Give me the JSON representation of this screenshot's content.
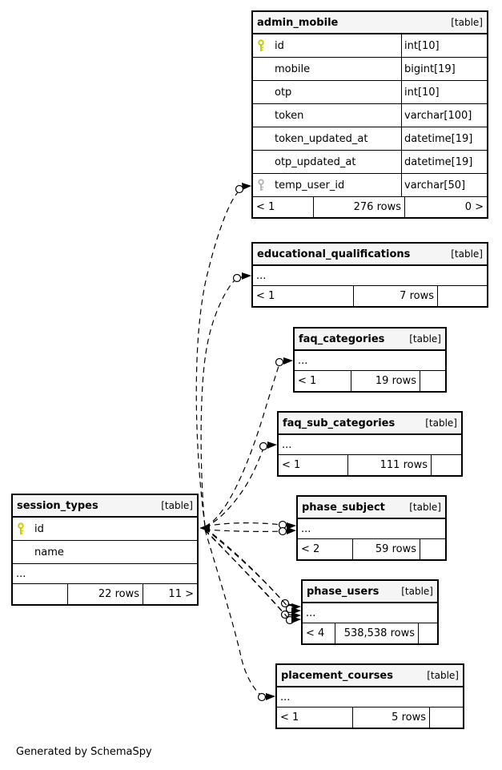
{
  "colors": {
    "primary_key": "#cccc00",
    "foreign_key": "#b8b8b8",
    "header_bg": "#f5f5f5",
    "border": "#000000"
  },
  "credit": "Generated by SchemaSpy",
  "tables": {
    "admin_mobile": {
      "title": "admin_mobile",
      "tag": "[table]",
      "columns": [
        {
          "name": "id",
          "type": "int[10]",
          "key": "primary-key"
        },
        {
          "name": "mobile",
          "type": "bigint[19]"
        },
        {
          "name": "otp",
          "type": "int[10]"
        },
        {
          "name": "token",
          "type": "varchar[100]"
        },
        {
          "name": "token_updated_at",
          "type": "datetime[19]"
        },
        {
          "name": "otp_updated_at",
          "type": "datetime[19]"
        },
        {
          "name": "temp_user_id",
          "type": "varchar[50]",
          "key": "foreign-key"
        }
      ],
      "footer": {
        "parents": "< 1",
        "rows": "276 rows",
        "children": "0 >"
      }
    },
    "educational_qualifications": {
      "title": "educational_qualifications",
      "tag": "[table]",
      "ellipsis": "...",
      "footer": {
        "parents": "< 1",
        "rows": "7 rows",
        "children": ""
      }
    },
    "faq_categories": {
      "title": "faq_categories",
      "tag": "[table]",
      "ellipsis": "...",
      "footer": {
        "parents": "< 1",
        "rows": "19 rows",
        "children": ""
      }
    },
    "faq_sub_categories": {
      "title": "faq_sub_categories",
      "tag": "[table]",
      "ellipsis": "...",
      "footer": {
        "parents": "< 1",
        "rows": "111 rows",
        "children": ""
      }
    },
    "phase_subject": {
      "title": "phase_subject",
      "tag": "[table]",
      "ellipsis": "...",
      "footer": {
        "parents": "< 2",
        "rows": "59 rows",
        "children": ""
      }
    },
    "phase_users": {
      "title": "phase_users",
      "tag": "[table]",
      "ellipsis": "...",
      "footer": {
        "parents": "< 4",
        "rows": "538,538 rows",
        "children": ""
      }
    },
    "placement_courses": {
      "title": "placement_courses",
      "tag": "[table]",
      "ellipsis": "...",
      "footer": {
        "parents": "< 1",
        "rows": "5 rows",
        "children": ""
      }
    },
    "session_types": {
      "title": "session_types",
      "tag": "[table]",
      "columns": [
        {
          "name": "id",
          "key": "primary-key"
        },
        {
          "name": "name"
        }
      ],
      "ellipsis": "...",
      "footer": {
        "parents": "",
        "rows": "22 rows",
        "children": "11 >"
      }
    }
  }
}
